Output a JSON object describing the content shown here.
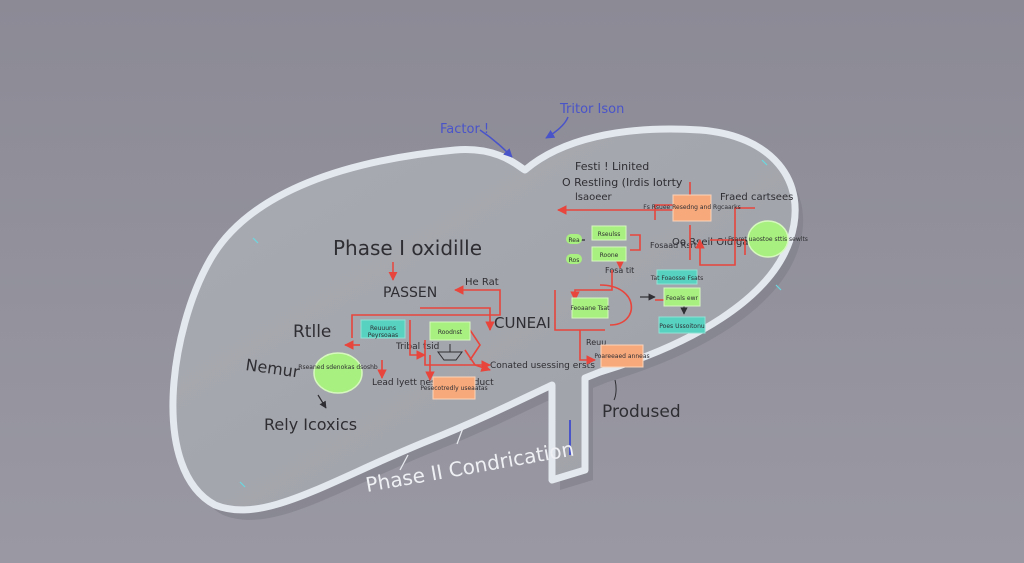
{
  "colors": {
    "background": "#8f8e99",
    "liver_fill": "#a5a6ad",
    "liver_rim": "#dfe4ea",
    "arrow_red": "#e8453c",
    "box_green": "#a8f07f",
    "box_orange": "#f7a97c",
    "box_teal": "#57d1c0",
    "ink": "#2e2e33",
    "ink_light": "#eef0f4",
    "accent_blue": "#4a54c9"
  },
  "labels": {
    "top_left": "Factor !",
    "top_right": "Tritor Ison",
    "phase1": "Phase  I  oxidille",
    "passen": "PASSEN",
    "he_rat": "He Rat",
    "rtle": "Rtlle",
    "nemur": "Nemur",
    "rely": "Rely Icoxics",
    "cuneai": "CUNEAI",
    "conated": "Conated usessing ersts",
    "lead_letter": "Lead lyett nestbod product",
    "tribal": "Tribal tsid",
    "phase2": "Phase II  Condrication",
    "prodused": "Prodused",
    "top_note": "Festi !   Linited",
    "top_note2": "O Restling (Irdis Iotrty",
    "top_note3": "lsaoeer",
    "right_note": "Fraed cartsees",
    "right_note2": "Oo Rseil Oidigation",
    "small_rxc": "Fosaad Rsrt",
    "small_left": "Reuu",
    "small_mid": "Fosa tit"
  },
  "boxes": {
    "green1": "Rseaned sdenokas dsoshb",
    "blue_box": "Reuuuns\nPeyrsoaas",
    "green_mid": "Roodnst",
    "orange_mid": "Pesecotredly useaatas",
    "green_tr1": "Rseulss",
    "green_tr2": "Roone",
    "pill_a": "Rea",
    "pill_b": "Ros",
    "green_c": "Feoaane Tsat",
    "orange_tr": "Fs Rsuee Resedng and Rgcaarks",
    "green_right": "Fsaret uaostoe sttis sewlts",
    "teal_1": "Tat Foaosse Fsats",
    "green_r2": "Feoals ewr",
    "teal_2": "Poes Ussoitonu",
    "orange_bottom": "Poareeaed anneas"
  }
}
